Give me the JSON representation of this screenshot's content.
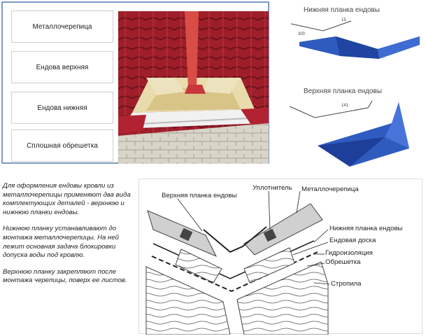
{
  "top_labels": [
    "Металлочерепица",
    "Ендова верхняя",
    "Ендова нижняя",
    "Сплошная обрешетка"
  ],
  "products": {
    "lower": {
      "title": "Нижняя планка ендовы",
      "dim_a": "300",
      "dim_b": "15"
    },
    "upper": {
      "title": "Верхняя планка ендовы",
      "dim_a": "141"
    }
  },
  "description": [
    "Для оформления ендовы кровли из металлочерепицы применяют два вида комплектующих деталей - верхнюю и нижнюю планки ендовы.",
    "Нижнюю планку устанавливают до монтажа металлочерепицы. На ней лежит основная задача блокировки допуска воды под кровлю.",
    "Верхнюю планку закрепляют после монтажа черепицы, поверх ее листов."
  ],
  "section_labels": {
    "upper_plank": "Верхняя планка ендовы",
    "sealant": "Уплотнитель",
    "metal_tile": "Металлочерепица",
    "lower_plank": "Нижняя планка ендовы",
    "valley_board": "Ендовая доска",
    "waterproofing": "Гидроизоляция",
    "batten": "Обрешетка",
    "rafters": "Стропила"
  },
  "colors": {
    "tile": "#a3212c",
    "accent": "#2f5bbf",
    "frame": "#7f9ac9",
    "wood": "#e8d9a6"
  }
}
